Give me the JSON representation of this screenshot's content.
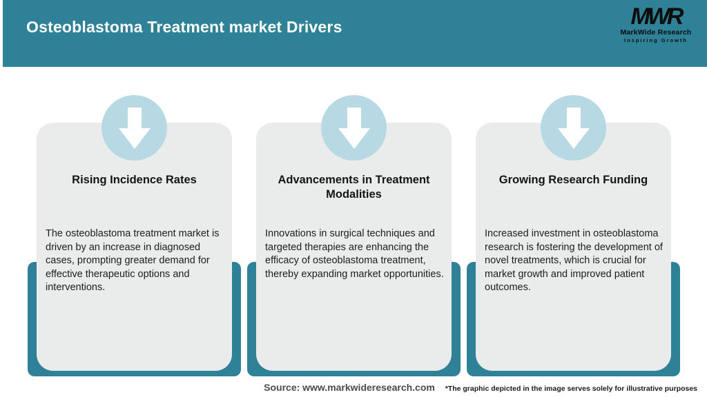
{
  "header": {
    "title": "Osteoblastoma Treatment market Drivers",
    "logo": {
      "mark": "MWR",
      "name": "MarkWide Research",
      "tagline": "Inspiring Growth"
    }
  },
  "cards": [
    {
      "icon": "down-arrow-icon",
      "title": "Rising Incidence Rates",
      "body": "The osteoblastoma treatment market is driven by an increase in diagnosed cases, prompting greater demand for effective therapeutic options and interventions."
    },
    {
      "icon": "down-arrow-icon",
      "title": "Advancements in Treatment Modalities",
      "body": "Innovations in surgical techniques and targeted therapies are enhancing the efficacy of osteoblastoma treatment, thereby expanding market opportunities."
    },
    {
      "icon": "down-arrow-icon",
      "title": "Growing Research Funding",
      "body": "Increased investment in osteoblastoma research is fostering the development of novel treatments, which is crucial for market growth and improved patient outcomes."
    }
  ],
  "footer": {
    "source": "Source: www.markwideresearch.com",
    "disclaimer": "*The graphic depicted in the image serves solely for illustrative purposes"
  },
  "colors": {
    "header_teal": "#2e8196",
    "card_bg": "#e9eceb",
    "circle_blue": "#b7d9e4",
    "arrow_white": "#ffffff",
    "logo_black": "#0d0d0d",
    "source_gray": "#4a4a4a"
  }
}
